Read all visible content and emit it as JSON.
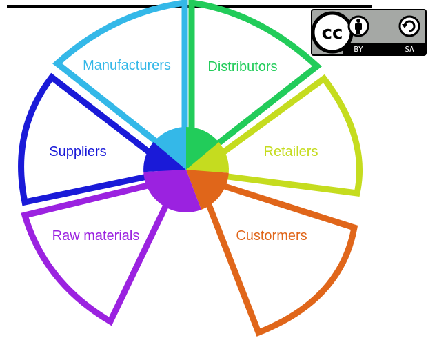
{
  "diagram": {
    "segments": [
      {
        "id": "suppliers",
        "label": "Suppliers",
        "color": "#1a1ad8"
      },
      {
        "id": "manufacturers",
        "label": "Manufacturers",
        "color": "#34b8e8"
      },
      {
        "id": "distributors",
        "label": "Distributors",
        "color": "#22cc5a"
      },
      {
        "id": "retailers",
        "label": "Retailers",
        "color": "#c5dc1f"
      },
      {
        "id": "customers",
        "label": "Custormers",
        "color": "#e0661a"
      },
      {
        "id": "raw-materials",
        "label": "Raw materials",
        "color": "#9b22e0"
      }
    ]
  },
  "license_badge": {
    "cc_text": "cc",
    "by_text": "BY",
    "sa_text": "SA",
    "background": "#a5a8a5",
    "dark": "#000000"
  },
  "top_rule_color": "#000000"
}
